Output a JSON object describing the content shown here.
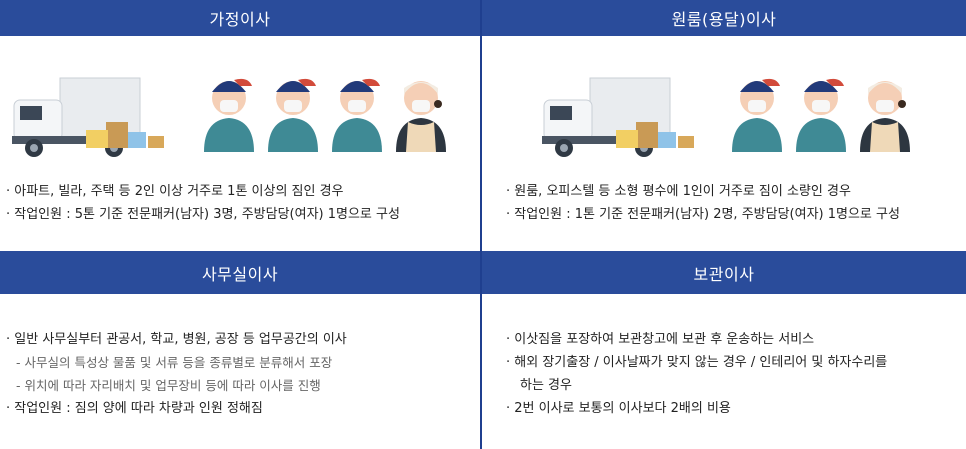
{
  "panels": {
    "home": {
      "title": "가정이사",
      "lines": [
        "· 아파트, 빌라, 주택 등 2인 이상 거주로 1톤 이상의 짐인 경우",
        "· 작업인원 : 5톤 기준 전문패커(남자) 3명, 주방담당(여자) 1명으로 구성"
      ]
    },
    "oneroom": {
      "title": "원룸(용달)이사",
      "lines": [
        "· 원룸, 오피스텔 등 소형 평수에 1인이 거주로 짐이 소량인 경우",
        "· 작업인원 : 1톤 기준 전문패커(남자) 2명, 주방담당(여자) 1명으로 구성"
      ]
    },
    "office": {
      "title": "사무실이사",
      "lines": [
        "· 일반 사무실부터 관공서, 학교, 병원, 공장 등 업무공간의 이사",
        "- 사무실의 특성상 물품 및 서류 등을 종류별로 분류해서 포장",
        "- 위치에 따라 자리배치 및 업무장비 등에 따라 이사를 진행",
        "· 작업인원 : 짐의 양에 따라 차량과 인원 정해짐"
      ]
    },
    "storage": {
      "title": "보관이사",
      "lines": [
        "· 이삿짐을 포장하여 보관창고에 보관 후 운송하는 서비스",
        "· 해외 장기출장 / 이사날짜가 맞지 않는 경우 / 인테리어 및 하자수리를",
        "하는 경우",
        "· 2번 이사로 보통의 이사보다 2배의 비용"
      ]
    }
  },
  "colors": {
    "header_bg": "#2a4c9b",
    "divider": "#1f3f8f",
    "shirt": "#3f8a95",
    "cap": "#223a7a"
  },
  "icons": [
    "truck-icon",
    "mover-man-icon",
    "mover-woman-icon"
  ]
}
